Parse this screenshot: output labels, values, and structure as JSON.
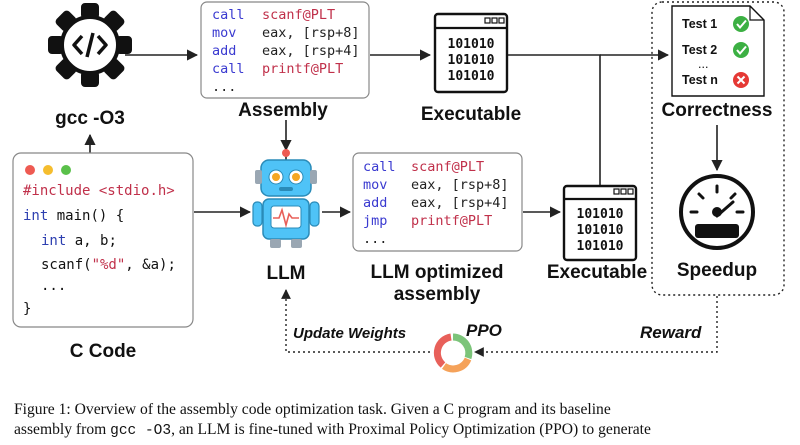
{
  "compiler": {
    "label": "gcc -O3"
  },
  "assembly_top": {
    "lines": [
      [
        "call",
        "scanf@PLT"
      ],
      [
        "mov",
        "eax, [rsp+8]"
      ],
      [
        "add",
        "eax, [rsp+4]"
      ],
      [
        "call",
        "printf@PLT"
      ]
    ],
    "ellipsis": "...",
    "label": "Assembly"
  },
  "executable_top": {
    "bits": [
      "101010",
      "101010",
      "101010"
    ],
    "label": "Executable"
  },
  "correctness": {
    "tests": [
      "Test 1",
      "Test 2",
      "Test n"
    ],
    "ellipsis": "...",
    "label": "Correctness"
  },
  "c_code": {
    "lines": {
      "include_kw": "#include",
      "include_hdr": "<stdio.h>",
      "main_kw": "int",
      "main_rest": "main() {",
      "decl_kw": "int",
      "decl_rest": "a, b;",
      "scanf_pre": "scanf(",
      "scanf_str": "\"%d\"",
      "scanf_post": ", &a);",
      "ellipsis": "...",
      "close": "}"
    },
    "label": "C Code"
  },
  "llm": {
    "label": "LLM"
  },
  "assembly_opt": {
    "lines": [
      [
        "call",
        "scanf@PLT"
      ],
      [
        "mov",
        "eax, [rsp+8]"
      ],
      [
        "add",
        "eax, [rsp+4]"
      ],
      [
        "jmp",
        "printf@PLT"
      ]
    ],
    "ellipsis": "...",
    "label_line1": "LLM optimized",
    "label_line2": "assembly"
  },
  "executable_opt": {
    "bits": [
      "101010",
      "101010",
      "101010"
    ],
    "label": "Executable"
  },
  "speedup": {
    "label": "Speedup"
  },
  "feedback": {
    "update_weights": "Update Weights",
    "ppo": "PPO",
    "reward": "Reward"
  },
  "colors": {
    "opcode": "#3a3ad0",
    "function": "#c0304a",
    "include": "#c0304a",
    "keyword": "#2d3fb0",
    "check": "#3cb043",
    "cross": "#e53935",
    "robot_body": "#4fc3f7",
    "robot_eye": "#f5a623",
    "ppo_green": "#7cc47a",
    "ppo_orange": "#f5a25a",
    "ppo_red": "#e8605a"
  },
  "caption": {
    "line1": "Figure 1:  Overview of the assembly code optimization task. Given a C program and its baseline",
    "line2_a": "assembly from ",
    "line2_code": "gcc -O3",
    "line2_b": ", an LLM is fine-tuned with Proximal Policy Optimization (PPO) to generate"
  }
}
